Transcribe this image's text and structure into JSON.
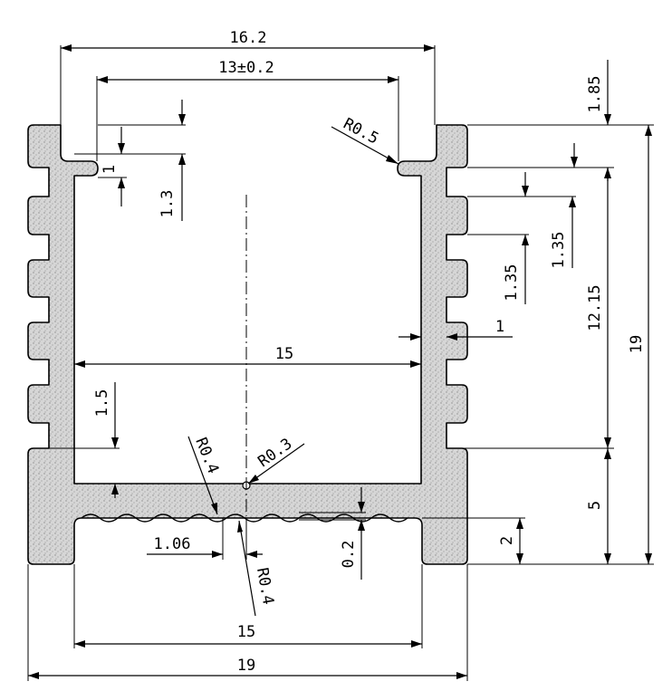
{
  "drawing": {
    "labels": {
      "top_width": "16.2",
      "opening_width": "13±0.2",
      "corner_radius_top": "R0.5",
      "fin_height_top": "1.85",
      "lip_thickness": "1",
      "lip_height": "1.3",
      "fin_pitch_a": "1.35",
      "fin_pitch_b": "1.35",
      "inner_height": "12.15",
      "total_height": "19",
      "side_wall": "1",
      "inner_width": "15",
      "fin_depth": "1.5",
      "radius_left": "R0.4",
      "radius_center": "R0.3",
      "groove_pitch": "1.06",
      "radius_bottom": "R0.4",
      "groove_depth": "0.2",
      "foot_height": "2",
      "base_height": "5",
      "foot_inner_width": "15",
      "total_width": "19"
    },
    "colors": {
      "stroke": "#000000",
      "fill_base": "#d6d6d6",
      "fill_grain": "#8c8c8c"
    }
  }
}
